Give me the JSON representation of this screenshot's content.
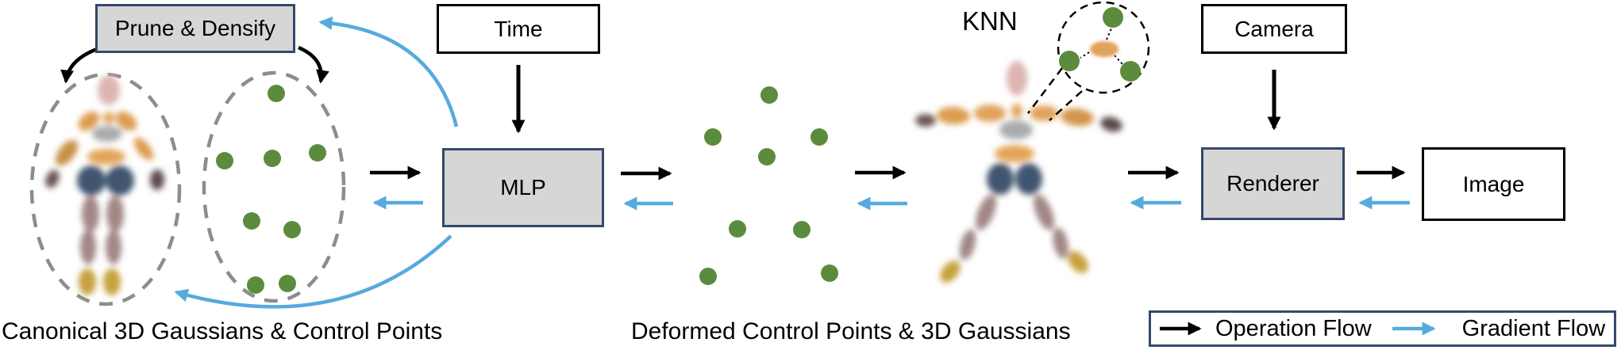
{
  "boxes": {
    "prune_densify": "Prune & Densify",
    "time": "Time",
    "mlp": "MLP",
    "camera": "Camera",
    "renderer": "Renderer",
    "image": "Image"
  },
  "labels": {
    "knn": "KNN",
    "canonical_caption": "Canonical 3D Gaussians & Control Points",
    "deformed_caption": "Deformed Control Points & 3D Gaussians"
  },
  "legend": {
    "operation_flow": "Operation Flow",
    "gradient_flow": "Gradient Flow"
  },
  "colors": {
    "operation_flow_arrow": "#000000",
    "gradient_flow_arrow": "#56aadd",
    "processing_box_fill": "#d6d6d6",
    "processing_box_border": "#34496b",
    "control_point_green": "#5b8c3d",
    "dashed_ellipse_gray": "#8d8d8d"
  }
}
